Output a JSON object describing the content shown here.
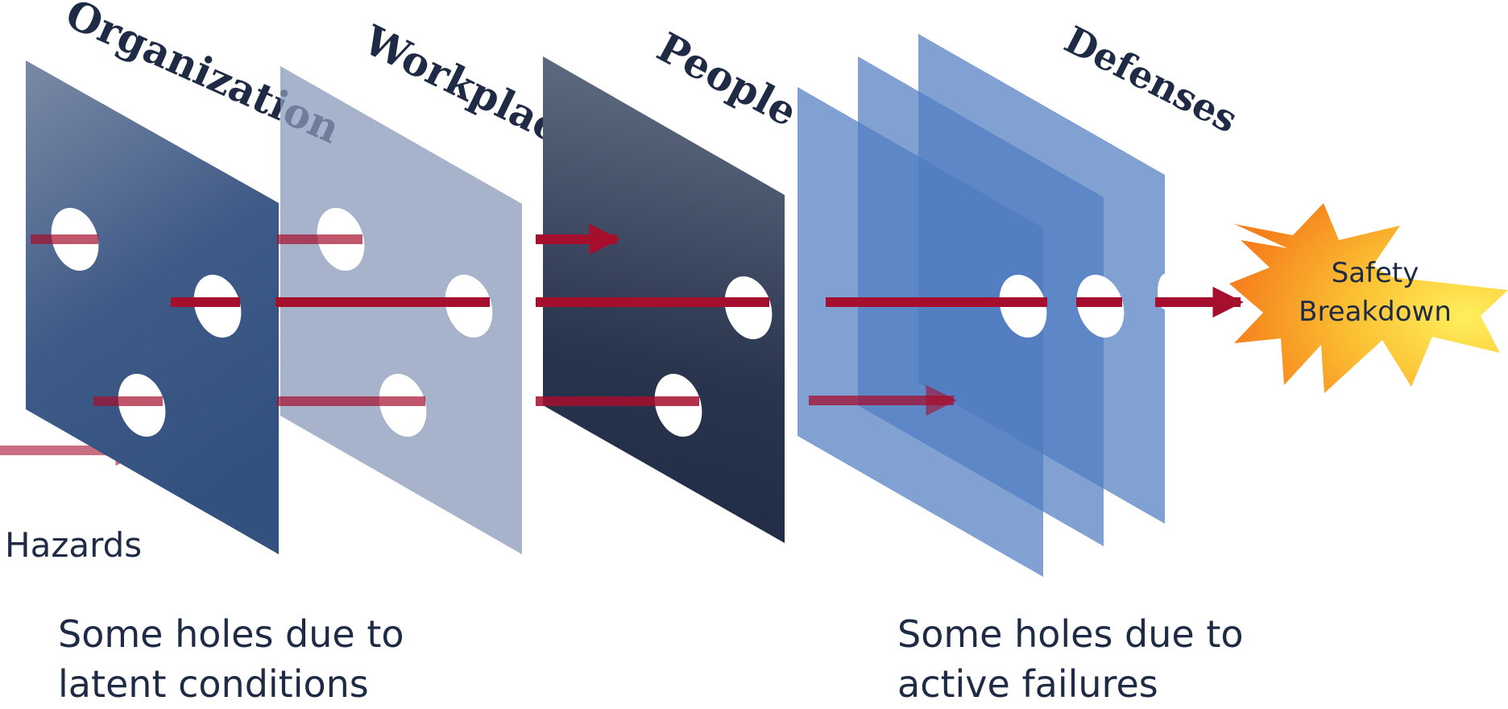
{
  "layers": {
    "organization": "Organization",
    "workplace": "Workplace",
    "people": "People",
    "defenses": "Defenses"
  },
  "hazards_label": "Hazards",
  "outcome": {
    "line1": "Safety",
    "line2": "Breakdown"
  },
  "captions": {
    "latent": {
      "line1": "Some holes due to",
      "line2": "latent conditions"
    },
    "active": {
      "line1": "Some holes due to",
      "line2": "active failures"
    }
  },
  "colors": {
    "arrow": "#a50e2d",
    "text": "#1f2b45",
    "burst_outer": "#f7861e",
    "burst_inner": "#ffe94d"
  }
}
